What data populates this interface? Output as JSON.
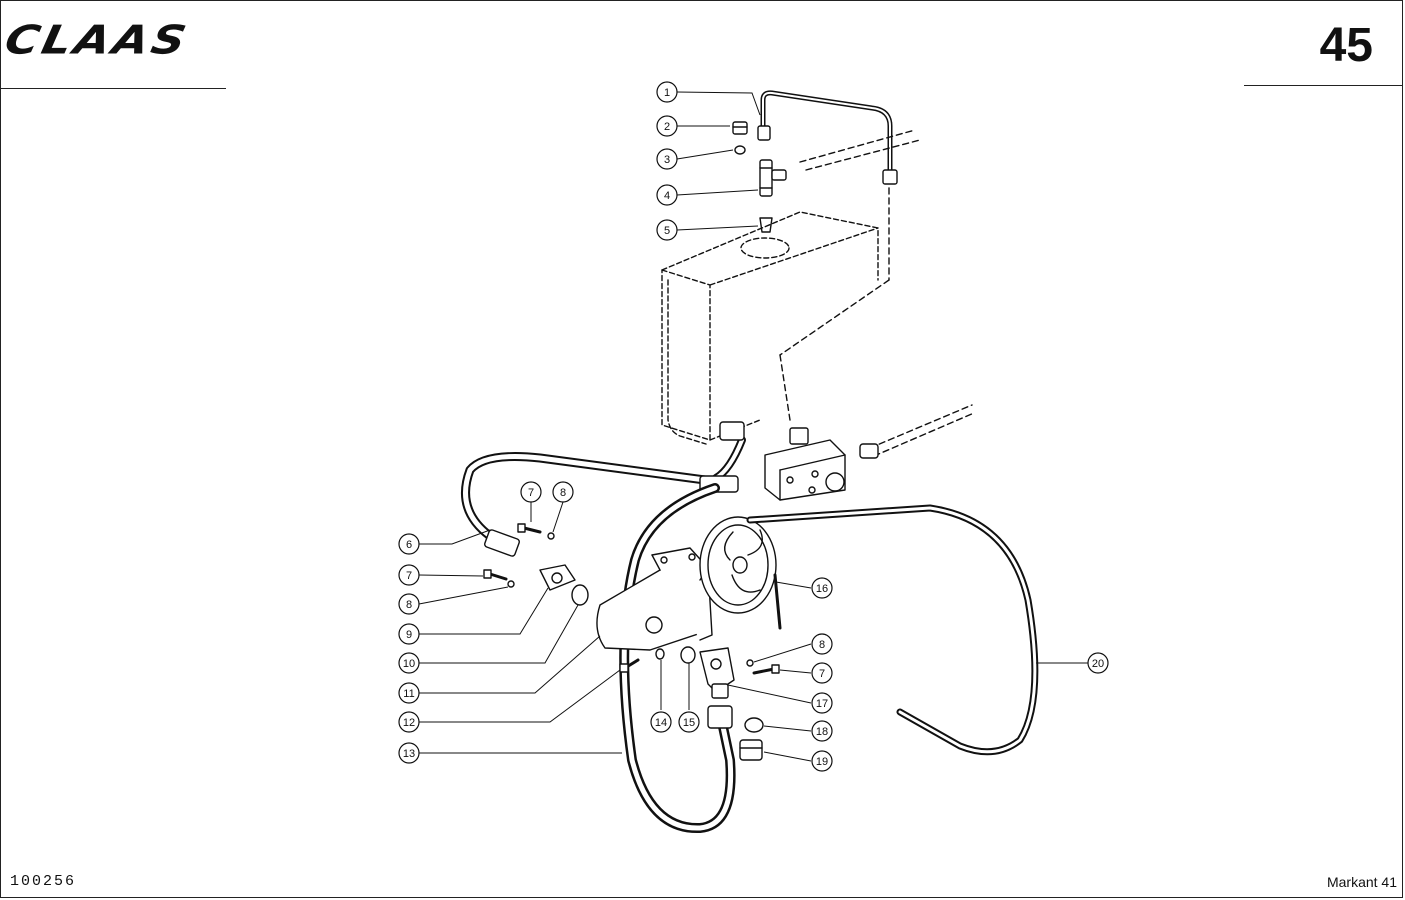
{
  "header": {
    "brand": "CLAAS",
    "page_number": "45"
  },
  "footer": {
    "document_number": "100256",
    "model": "Markant 41"
  },
  "callouts": [
    {
      "id": "1",
      "label": "1"
    },
    {
      "id": "2",
      "label": "2"
    },
    {
      "id": "3",
      "label": "3"
    },
    {
      "id": "4",
      "label": "4"
    },
    {
      "id": "5",
      "label": "5"
    },
    {
      "id": "6",
      "label": "6"
    },
    {
      "id": "7a",
      "label": "7"
    },
    {
      "id": "8a",
      "label": "8"
    },
    {
      "id": "7b",
      "label": "7"
    },
    {
      "id": "8b",
      "label": "8"
    },
    {
      "id": "9",
      "label": "9"
    },
    {
      "id": "10",
      "label": "10"
    },
    {
      "id": "11",
      "label": "11"
    },
    {
      "id": "12",
      "label": "12"
    },
    {
      "id": "13",
      "label": "13"
    },
    {
      "id": "14",
      "label": "14"
    },
    {
      "id": "15",
      "label": "15"
    },
    {
      "id": "16",
      "label": "16"
    },
    {
      "id": "8c",
      "label": "8"
    },
    {
      "id": "7c",
      "label": "7"
    },
    {
      "id": "17",
      "label": "17"
    },
    {
      "id": "18",
      "label": "18"
    },
    {
      "id": "19",
      "label": "19"
    },
    {
      "id": "20",
      "label": "20"
    }
  ]
}
